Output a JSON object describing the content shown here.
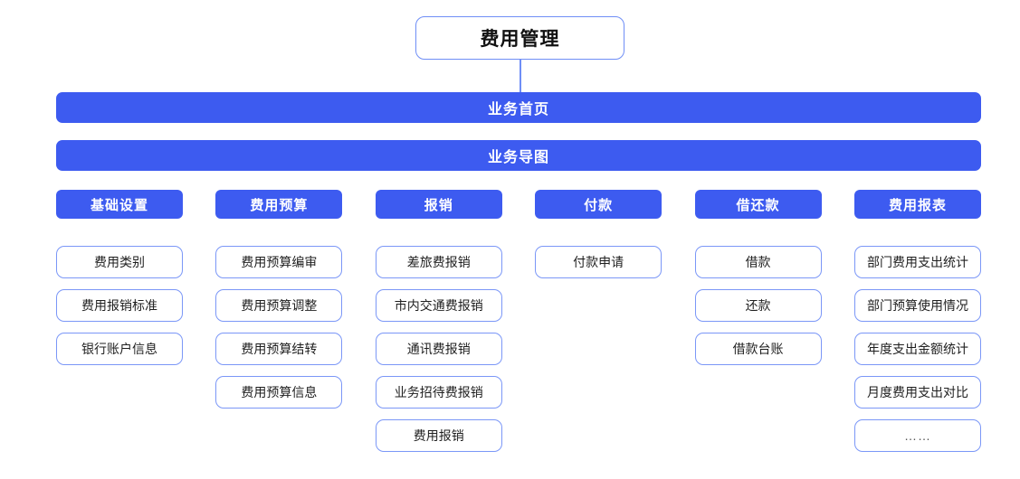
{
  "diagram": {
    "title": "费用管理",
    "bars": [
      {
        "label": "业务首页"
      },
      {
        "label": "业务导图"
      }
    ],
    "columns": [
      {
        "header": "基础设置",
        "items": [
          {
            "label": "费用类别"
          },
          {
            "label": "费用报销标准"
          },
          {
            "label": "银行账户信息"
          }
        ]
      },
      {
        "header": "费用预算",
        "items": [
          {
            "label": "费用预算编审"
          },
          {
            "label": "费用预算调整"
          },
          {
            "label": "费用预算结转"
          },
          {
            "label": "费用预算信息"
          }
        ]
      },
      {
        "header": "报销",
        "items": [
          {
            "label": "差旅费报销"
          },
          {
            "label": "市内交通费报销"
          },
          {
            "label": "通讯费报销"
          },
          {
            "label": "业务招待费报销"
          },
          {
            "label": "费用报销"
          }
        ]
      },
      {
        "header": "付款",
        "items": [
          {
            "label": "付款申请"
          }
        ]
      },
      {
        "header": "借还款",
        "items": [
          {
            "label": "借款"
          },
          {
            "label": "还款"
          },
          {
            "label": "借款台账"
          }
        ]
      },
      {
        "header": "费用报表",
        "items": [
          {
            "label": "部门费用支出统计"
          },
          {
            "label": "部门预算使用情况"
          },
          {
            "label": "年度支出金额统计"
          },
          {
            "label": "月度费用支出对比"
          },
          {
            "label": "……"
          }
        ]
      }
    ],
    "colors": {
      "primary_blue": "#3d5bf0",
      "border_blue": "#7b97f7",
      "background": "#ffffff",
      "text_dark": "#1a1a1a",
      "text_on_primary": "#ffffff"
    }
  }
}
